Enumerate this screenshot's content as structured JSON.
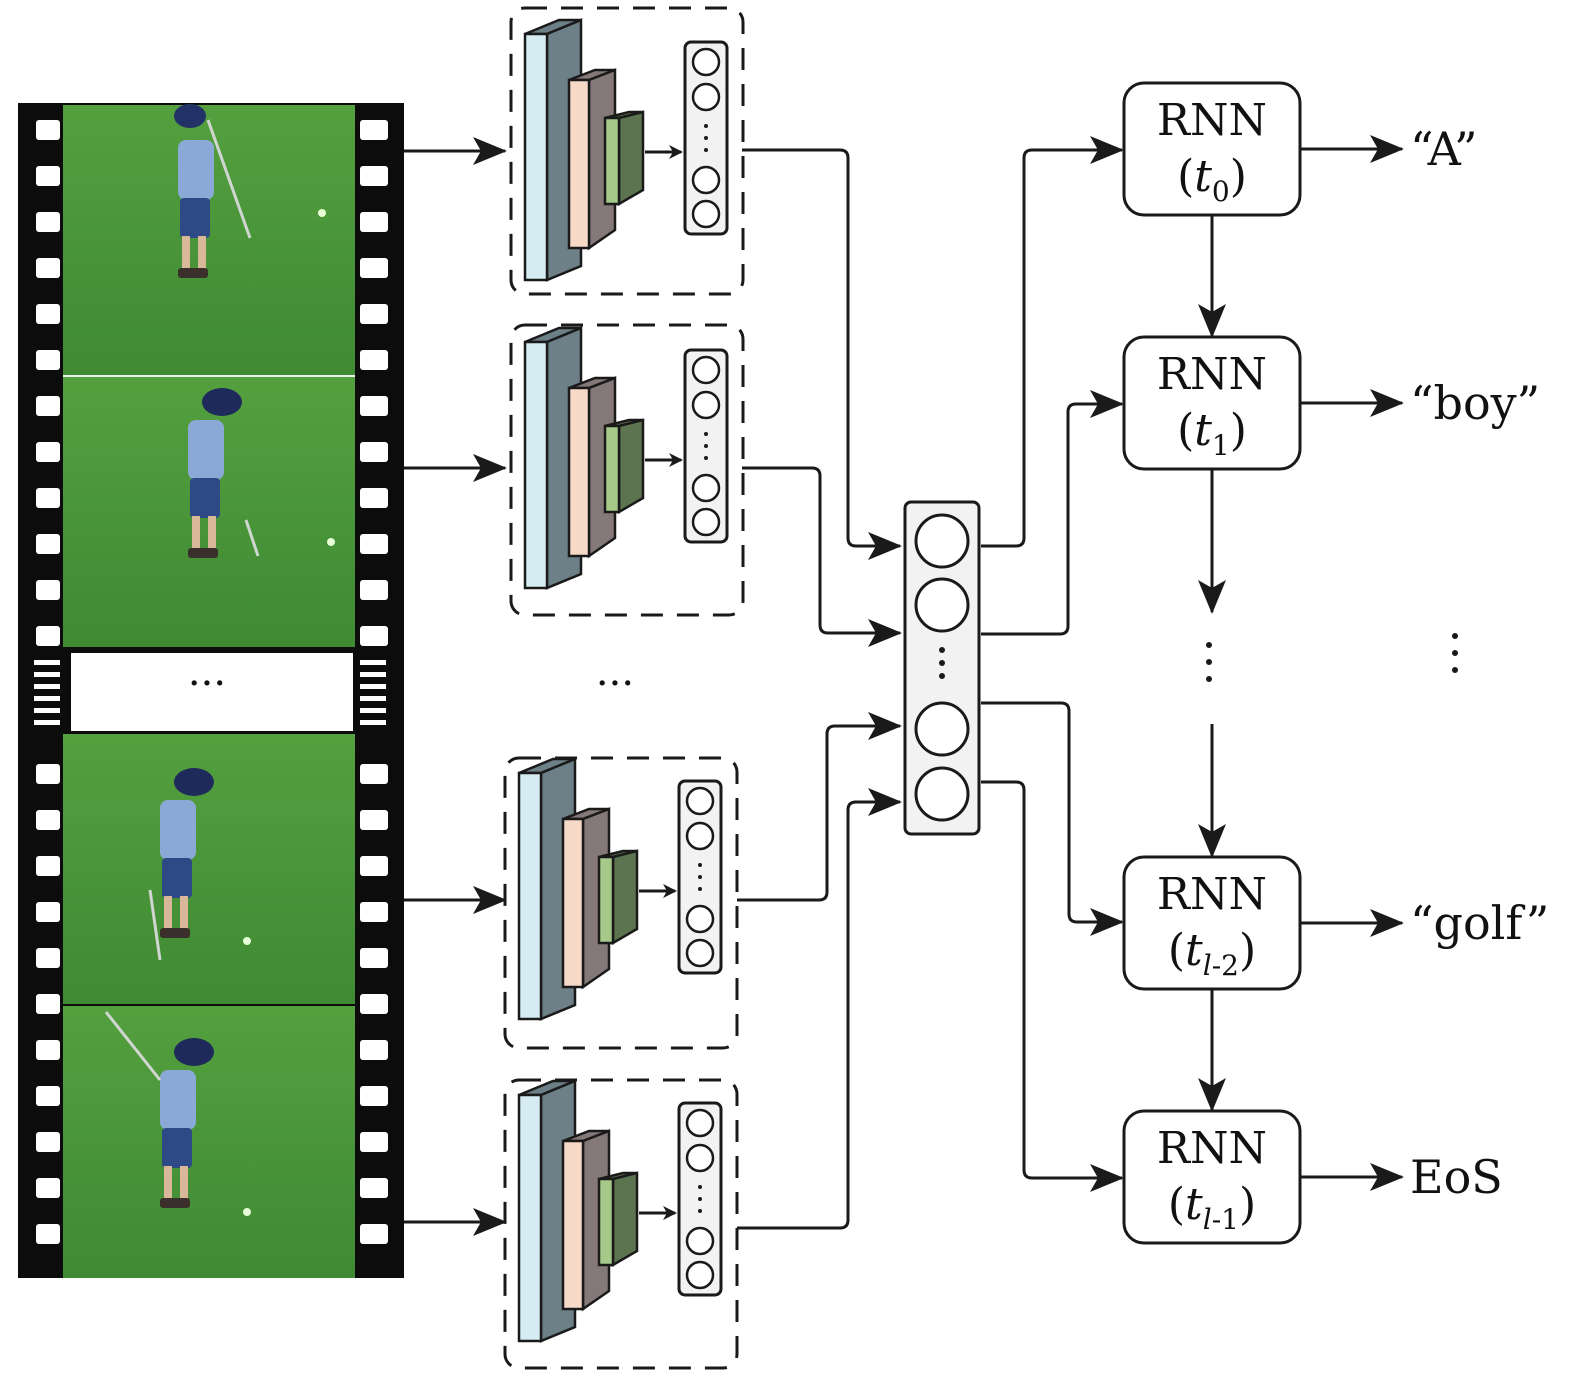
{
  "filmstrip": {
    "gap_dots": "···"
  },
  "cnn_gap_dots": "···",
  "rnn_cells": [
    {
      "name": "RNN",
      "time_prefix": "(",
      "time_var": "t",
      "time_sub": "0",
      "time_suffix": ")",
      "output": "“A”"
    },
    {
      "name": "RNN",
      "time_prefix": "(",
      "time_var": "t",
      "time_sub": "1",
      "time_suffix": ")",
      "output": "“boy”"
    },
    {
      "name": "RNN",
      "time_prefix": "(",
      "time_var": "t",
      "time_sub": "l-2",
      "time_suffix": ")",
      "output": "“golf”"
    },
    {
      "name": "RNN",
      "time_prefix": "(",
      "time_var": "t",
      "time_sub": "l-1",
      "time_suffix": ")",
      "output": "EoS"
    }
  ],
  "colors": {
    "layer1": "#d4ecf2",
    "layer1_side": "#6d7f87",
    "layer2": "#f7d9c8",
    "layer2_side": "#857878",
    "layer3": "#a6c98a",
    "layer3_side": "#5c7550",
    "grass": "#4e9a3c",
    "vector_fill": "#f2f2f2",
    "stroke": "#1a1a1a"
  }
}
